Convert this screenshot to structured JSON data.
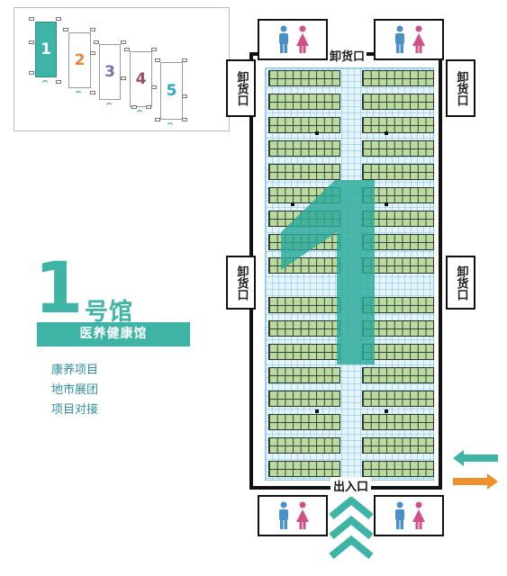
{
  "overview": {
    "halls": [
      {
        "number": "1",
        "color": "#ffffff",
        "active": true
      },
      {
        "number": "2",
        "color": "#e8843a",
        "active": false
      },
      {
        "number": "3",
        "color": "#7d6fb3",
        "active": false
      },
      {
        "number": "4",
        "color": "#9b4d63",
        "active": false
      },
      {
        "number": "5",
        "color": "#2aa9cc",
        "active": false
      }
    ]
  },
  "hall": {
    "number": "1",
    "suffix": "号馆",
    "theme": "医养健康馆",
    "features": [
      "康养项目",
      "地市展团",
      "项目对接"
    ]
  },
  "plan": {
    "unload_label": "卸货口",
    "exit_label": "出入口",
    "hall_number": "1"
  },
  "colors": {
    "teal": "#3db4a6",
    "booth_green": "#b8db9e",
    "floor_blue": "#e4f4fa",
    "arrow_green": "#3db4a6",
    "arrow_orange": "#f0902b",
    "male": "#4a90c8",
    "female": "#d0508a"
  },
  "icons": [
    "restroom-icon",
    "chevron-up-icon",
    "arrow-left-icon",
    "arrow-right-icon"
  ]
}
